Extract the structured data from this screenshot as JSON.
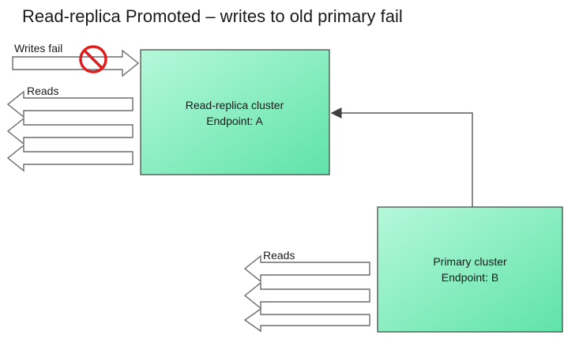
{
  "title": "Read-replica Promoted – writes to old primary fail",
  "nodes": {
    "replica": {
      "line1": "Read-replica cluster",
      "line2": "Endpoint: A"
    },
    "primary": {
      "line1": "Primary cluster",
      "line2": "Endpoint: B"
    }
  },
  "labels": {
    "writes_fail": "Writes fail",
    "reads_replica": "Reads",
    "reads_primary": "Reads"
  },
  "icons": {
    "blocked": "prohibited-icon"
  },
  "colors": {
    "box_fill_light": "#a8f5d3",
    "box_fill_dark": "#5fe3a8",
    "box_stroke": "#404040",
    "arrow_stroke": "#6b6b6b",
    "connector": "#5a5a5a",
    "prohibit": "#e01d1d"
  }
}
